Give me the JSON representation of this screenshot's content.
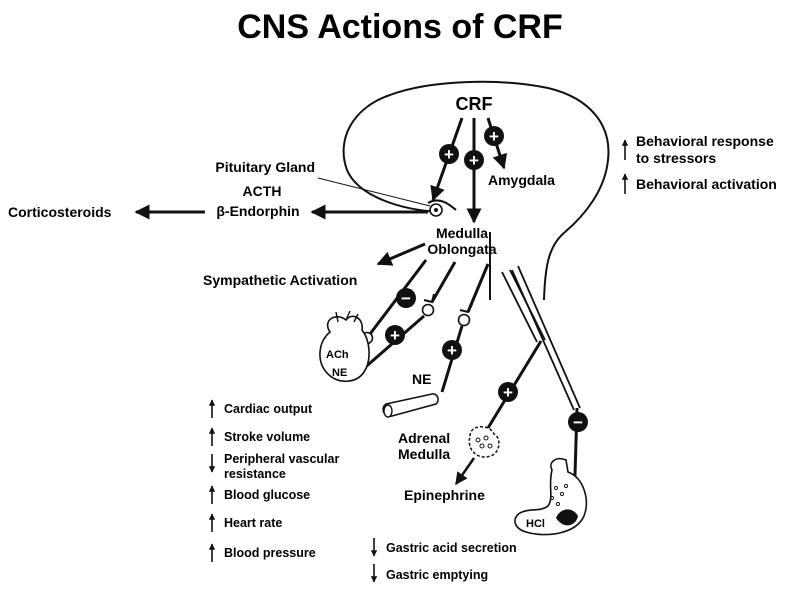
{
  "title": "CNS Actions of CRF",
  "nodes": {
    "crf": "CRF",
    "amygdala": "Amygdala",
    "pituitary": "Pituitary Gland",
    "acth": "ACTH",
    "endorphin": "β-Endorphin",
    "corticosteroids": "Corticosteroids",
    "medulla_1": "Medulla",
    "medulla_2": "Oblongata",
    "sympathetic": "Sympathetic Activation",
    "ach": "ACh",
    "ne_heart": "NE",
    "ne_vessel": "NE",
    "adrenal_1": "Adrenal",
    "adrenal_2": "Medulla",
    "epinephrine": "Epinephrine",
    "hcl": "HCl"
  },
  "behavioral_effects": [
    {
      "direction": "up",
      "lines": [
        "Behavioral response",
        "to stressors"
      ]
    },
    {
      "direction": "up",
      "lines": [
        "Behavioral activation"
      ]
    }
  ],
  "cardio_effects": [
    {
      "direction": "up",
      "lines": [
        "Cardiac output"
      ]
    },
    {
      "direction": "up",
      "lines": [
        "Stroke volume"
      ]
    },
    {
      "direction": "down",
      "lines": [
        "Peripheral vascular",
        "resistance"
      ]
    },
    {
      "direction": "up",
      "lines": [
        "Blood glucose"
      ]
    },
    {
      "direction": "up",
      "lines": [
        "Heart rate"
      ]
    },
    {
      "direction": "up",
      "lines": [
        "Blood pressure"
      ]
    }
  ],
  "gastric_effects": [
    {
      "direction": "down",
      "lines": [
        "Gastric acid secretion"
      ]
    },
    {
      "direction": "down",
      "lines": [
        "Gastric emptying"
      ]
    }
  ],
  "signs": {
    "plus": "+",
    "minus": "−"
  }
}
